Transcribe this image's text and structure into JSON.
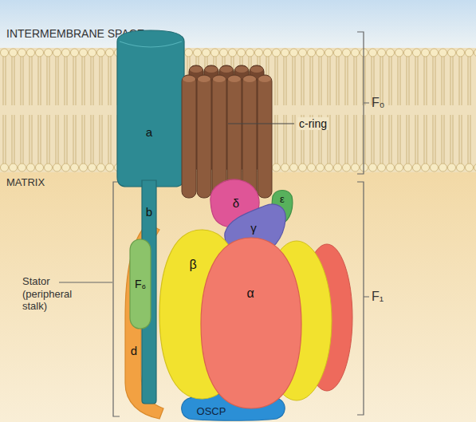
{
  "diagram": {
    "nodes": [
      {
        "text": [
          "a"
        ]
      },
      {
        "text": [
          "c-ring"
        ]
      },
      {
        "text": [
          "b"
        ]
      },
      {
        "text": [
          "δ"
        ]
      },
      {
        "text": [
          "ε"
        ]
      },
      {
        "text": [
          "γ"
        ]
      },
      {
        "text": [
          "F₆"
        ]
      },
      {
        "text": [
          "β"
        ]
      },
      {
        "text": [
          "d"
        ]
      },
      {
        "text": [
          "α"
        ]
      },
      {
        "text": [
          "OSCP"
        ]
      }
    ],
    "labels": [
      "INTERMEMBRANE SPACE",
      "MATRIX",
      "F₀",
      "F₁",
      "Stator (peripheral stalk)"
    ]
  }
}
